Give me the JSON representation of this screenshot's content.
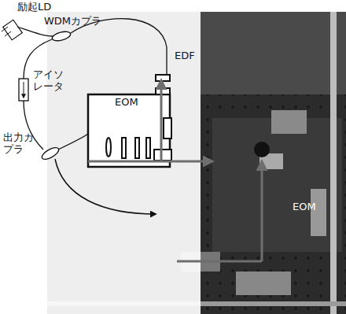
{
  "diagram": {
    "nodes": [
      {
        "text": [
          "EOM"
        ]
      }
    ],
    "labels": [
      "励起LD",
      "WDMカプラ",
      "EDF",
      "アイソレータ",
      "出力カプラ",
      "EOM"
    ]
  }
}
